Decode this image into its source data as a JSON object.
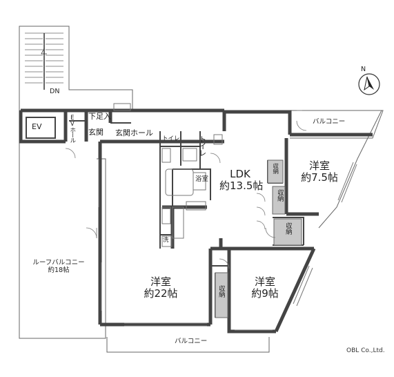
{
  "rooms": {
    "ldk": {
      "name": "LDK",
      "size": "約13.5帖"
    },
    "west_big": {
      "name": "洋室",
      "size": "約22帖"
    },
    "west_9": {
      "name": "洋室",
      "size": "約9帖"
    },
    "west_75": {
      "name": "洋室",
      "size": "約7.5帖"
    }
  },
  "spaces": {
    "ev": "EV",
    "ev_hall": "EVホール",
    "dn": "DN",
    "genkan": "玄関",
    "shita_ashi_ire": "下足入",
    "genkan_hall": "玄関ホール",
    "toilet_small": "トイレ",
    "toilet_main": "トイレ",
    "bath": "浴室",
    "wash": "洗",
    "balcony_top": "バルコニー",
    "balcony_bottom": "バルコニー",
    "roof_balcony": "ルーフバルコニー",
    "roof_balcony_size": "約18帖",
    "storage": "収納"
  },
  "compass": {
    "label": "N"
  },
  "credit": "OBL Co.,Ltd.",
  "colors": {
    "wall": "#444444",
    "storage_fill": "#c8c8c8",
    "outline": "#666666"
  }
}
